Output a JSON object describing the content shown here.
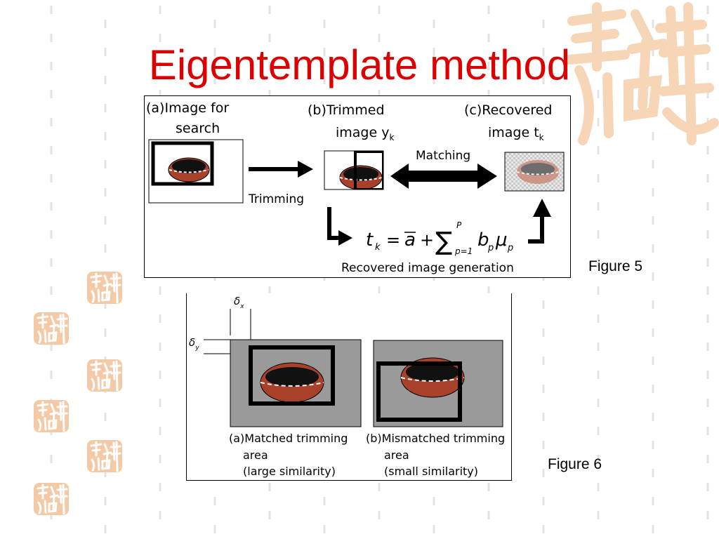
{
  "slide": {
    "title": "Eigentemplate method"
  },
  "figure5": {
    "caption": "Figure 5",
    "panel_a_line1": "(a)Image for",
    "panel_a_line2": "search",
    "panel_b_line1": "(b)Trimmed",
    "panel_b_line2": "image y",
    "panel_b_sub": "k",
    "panel_c_line1": "(c)Recovered",
    "panel_c_line2": "image t",
    "panel_c_sub": "k",
    "trimming_label": "Trimming",
    "matching_label": "Matching",
    "recovered_generation_label": "Recovered image generation",
    "formula": {
      "lhs": "t",
      "lhs_sub": "k",
      "equals": "=",
      "abar": "a",
      "plus": "+",
      "sigma": "∑",
      "upper": "P",
      "lower": "p=1",
      "b": "b",
      "b_sub": "p",
      "mu": "μ",
      "mu_sub": "p"
    }
  },
  "figure6": {
    "caption": "Figure 6",
    "delta_x": "δ",
    "delta_x_sub": "x",
    "delta_y": "δ",
    "delta_y_sub": "y",
    "panel_a_line1": "(a)Matched trimming",
    "panel_a_line2": "area",
    "panel_a_line3": "(large similarity)",
    "panel_b_line1": "(b)Mismatched trimming",
    "panel_b_line2": "area",
    "panel_b_line3": "(small similarity)"
  },
  "colors": {
    "title": "#dd0000",
    "logo": "#f7d6b8",
    "seal": "#f4c9a6",
    "pattern": "#e3e3e3",
    "gray_fill": "#9a9a9a",
    "ellipse_red": "#a8402a"
  },
  "icons": {
    "decoration": "calligraphy-seal-icon"
  }
}
